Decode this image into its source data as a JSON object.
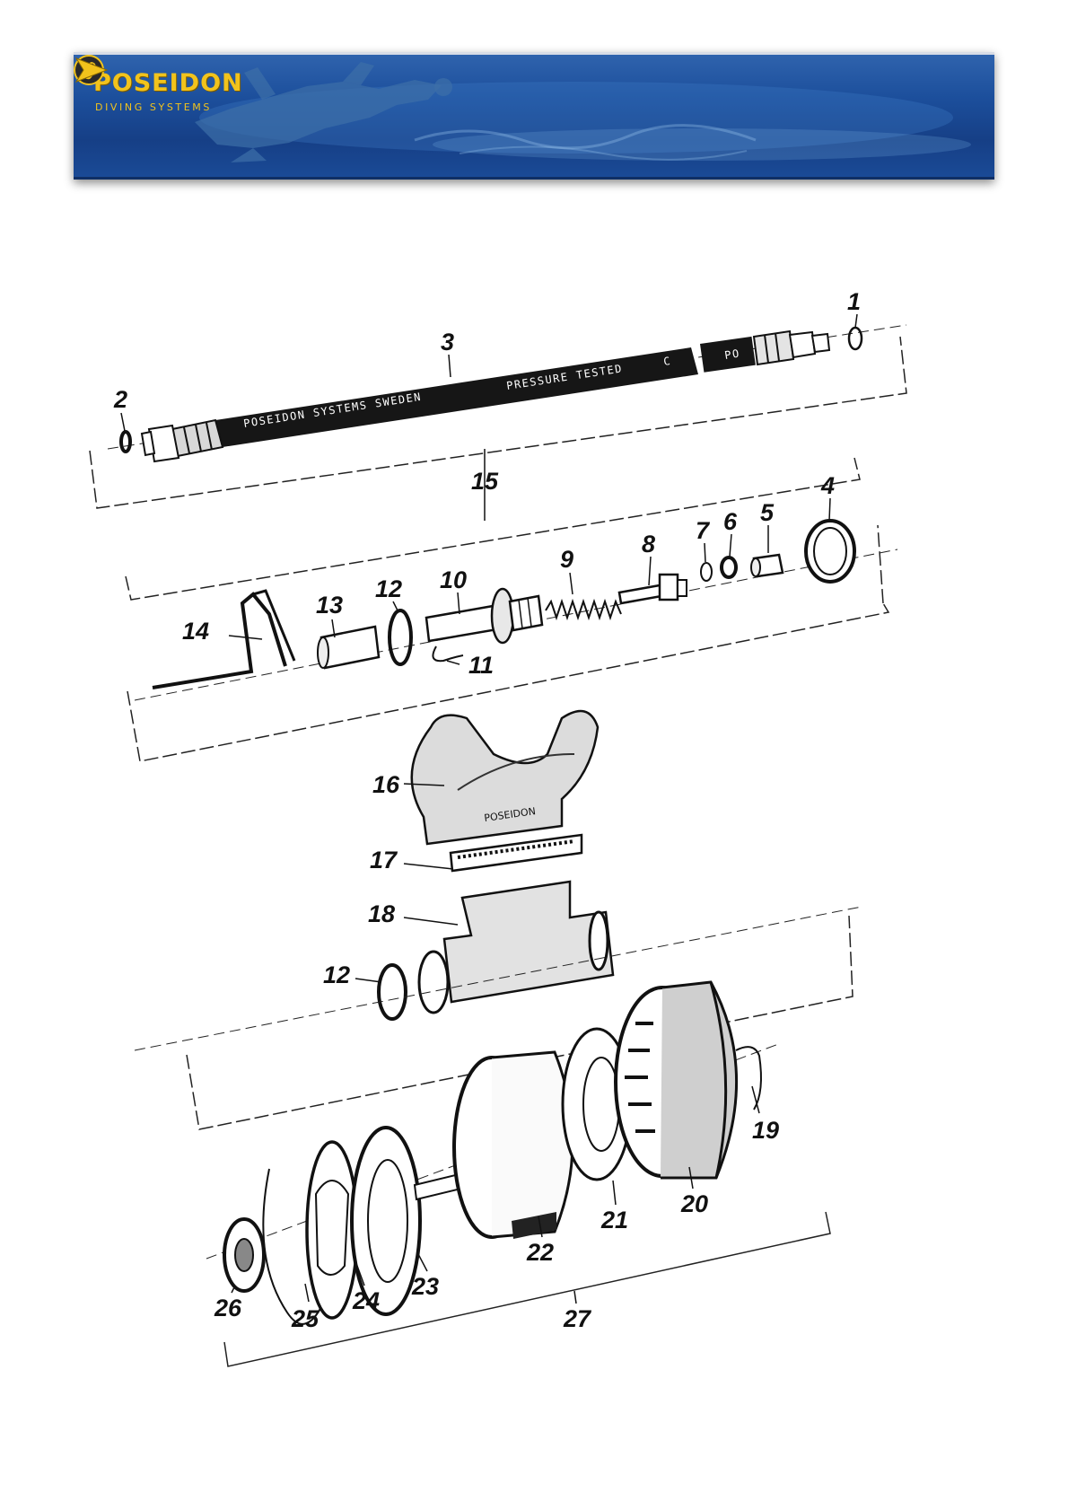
{
  "header": {
    "brand": "POSEIDON",
    "brand_sub": "DIVING SYSTEMS",
    "emblem_icon": "poseidon-seahorse-emblem-icon",
    "next_icon": "next-arrow-icon",
    "colors": {
      "banner": "#1c4f9c",
      "brand_text": "#f2c31c",
      "arrow": "#f2c31c"
    }
  },
  "diagram": {
    "hose_text_1": "POSEIDON SYSTEMS SWEDEN",
    "hose_text_2": "PRESSURE TESTED",
    "hose_text_3": "C",
    "fitting_text": "PO",
    "mouthpiece_text": "POSEIDON",
    "parts": [
      {
        "label": "1"
      },
      {
        "label": "2"
      },
      {
        "label": "3"
      },
      {
        "label": "4"
      },
      {
        "label": "5"
      },
      {
        "label": "6"
      },
      {
        "label": "7"
      },
      {
        "label": "8"
      },
      {
        "label": "9"
      },
      {
        "label": "10"
      },
      {
        "label": "11"
      },
      {
        "label": "12"
      },
      {
        "label": "13"
      },
      {
        "label": "14"
      },
      {
        "label": "15"
      },
      {
        "label": "16"
      },
      {
        "label": "17"
      },
      {
        "label": "18"
      },
      {
        "label": "12"
      },
      {
        "label": "19"
      },
      {
        "label": "20"
      },
      {
        "label": "21"
      },
      {
        "label": "22"
      },
      {
        "label": "23"
      },
      {
        "label": "24"
      },
      {
        "label": "25"
      },
      {
        "label": "26"
      },
      {
        "label": "27"
      }
    ]
  }
}
